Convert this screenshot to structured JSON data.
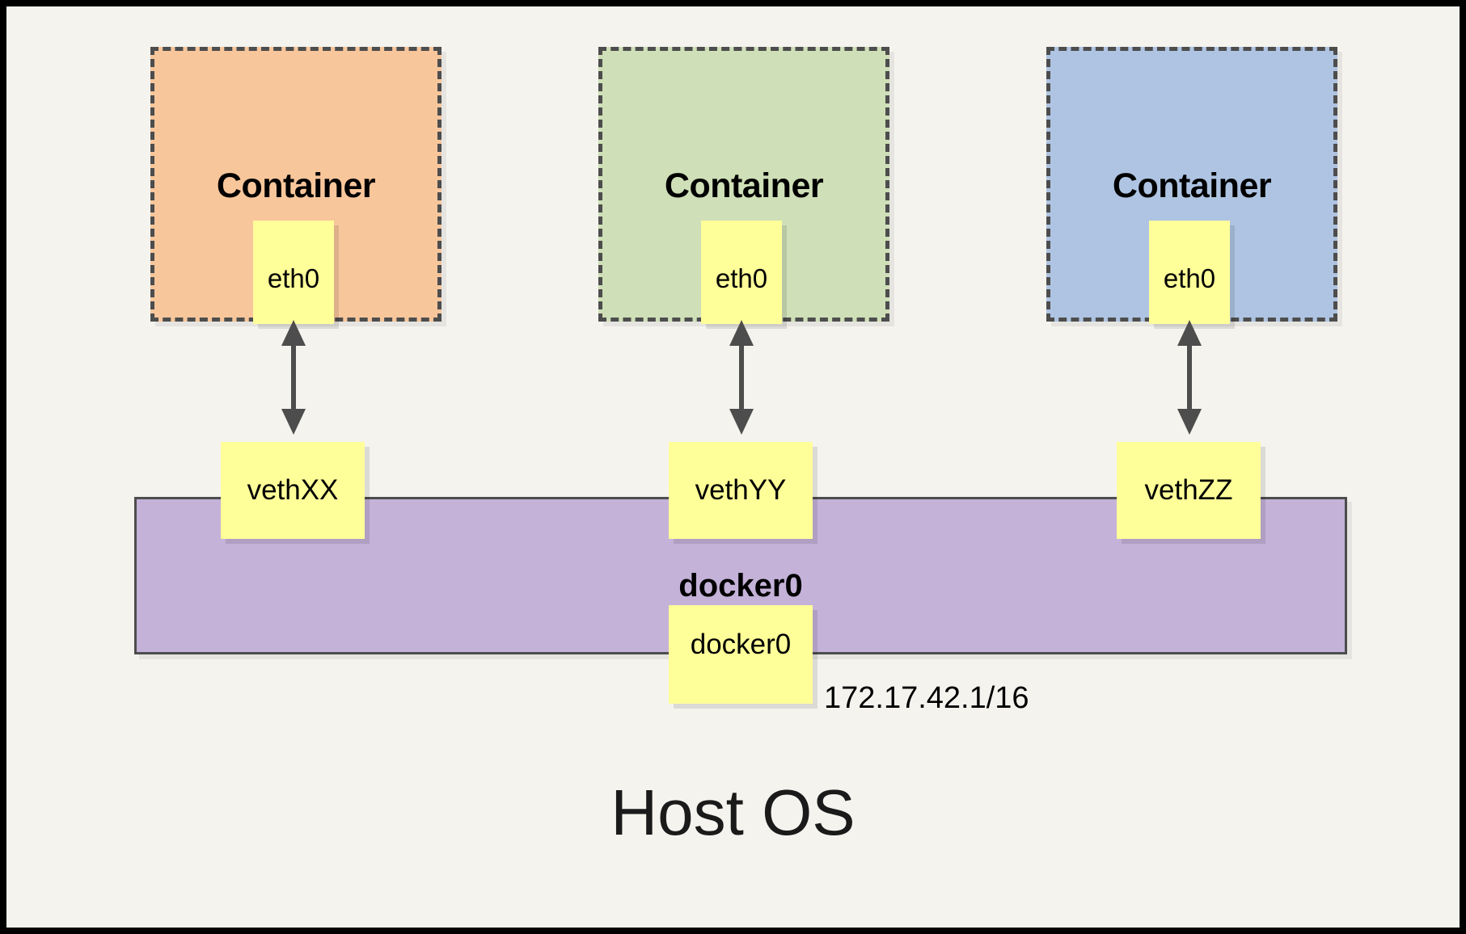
{
  "diagram": {
    "title_text": "Host OS",
    "background_color": "#f4f3ee",
    "frame_color": "#000000"
  },
  "containers": [
    {
      "label": "Container",
      "fill_color": "#f8c69b",
      "border_color": "#4d4d4d",
      "interface": {
        "label": "eth0",
        "fill_color": "#ffff99"
      }
    },
    {
      "label": "Container",
      "fill_color": "#cfdfb7",
      "border_color": "#4d4d4d",
      "interface": {
        "label": "eth0",
        "fill_color": "#ffff99"
      }
    },
    {
      "label": "Container",
      "fill_color": "#aec4e2",
      "border_color": "#4d4d4d",
      "interface": {
        "label": "eth0",
        "fill_color": "#ffff99"
      }
    }
  ],
  "veth_pairs": [
    {
      "label": "vethXX"
    },
    {
      "label": "vethYY"
    },
    {
      "label": "vethZZ"
    }
  ],
  "bridge": {
    "name": "docker0",
    "interface_label": "docker0",
    "ip_address": "172.17.42.1/16",
    "fill_color": "#c4b2d8",
    "border_color": "#4d4d4d"
  },
  "arrows": {
    "color": "#4d4d4d",
    "style": "double-headed-vertical",
    "count": 3
  }
}
